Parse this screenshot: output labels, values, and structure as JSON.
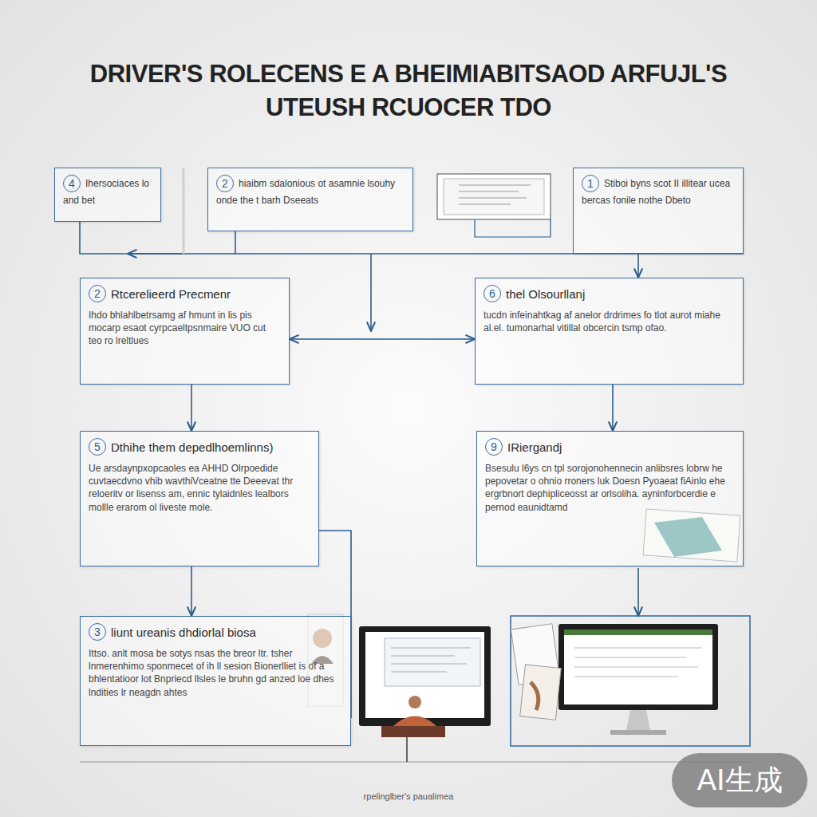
{
  "diagram": {
    "title": "DRIVER'S ROLECENS E A BHEIMIABITSAOD ARFUJL'S UTEUSH RCUOCER TDO",
    "caption": "rpelinglber's paualimea",
    "nodes": [
      {
        "text": [
          "4",
          "Ihersociaces lo and bet"
        ]
      },
      {
        "text": [
          "2",
          "hiaibm sdalonious ot asamnie lsouhy onde the t barh Dseeats"
        ]
      },
      {
        "text": [
          "1",
          "Stiboi byns scot II illitear ucea bercas fonile nothe Dbeto"
        ]
      },
      {
        "text": [
          "2",
          "Rtcerelieerd Precmenr",
          "Ihdo bhlahlbetrsamg af hmunt in lis pis mocarp esaot cyrpcaeltpsnmaire VUO cut teo ro lreltlues"
        ]
      },
      {
        "text": [
          "6",
          "thel Olsourllanj",
          "tucdn infeinahtkag af anelor drdrimes fo tlot aurot miahe al.el. tumonarhal vitillal obcercin tsmp ofao."
        ]
      },
      {
        "text": [
          "5",
          "Dthihe them depedlhoemlinns)",
          "Ue arsdaynpxopcaoles ea AHHD Olrpoedide cuvtaecdvno vhib wavthiVceatne tte Deeevat thr reloeritv or lisenss am, ennic tylaidnles lealbors mollle erarom ol liveste mole."
        ]
      },
      {
        "text": [
          "9",
          "IRiergandj",
          "Bsesulu l6ys cn tpl sorojonohennecin anlibsres lobrw he pepovetar o ohnio rroners luk Doesn Pyoaeat fiAinlo ehe ergrbnort dephipliceosst ar orlsoliha. ayninforbcerdie e pernod eaunidtamd"
        ]
      },
      {
        "text": [
          "3",
          "liunt ureanis dhdiorlal biosa",
          "Ittso. anlt mosa be sotys nsas the breor ltr. tsher lnmerenhimo sponmecet of ih ll sesion Bionerlliet is of a bhlentatioor lot Bnpriecd llsles le bruhn gd anzed loe dhes lndities lr neagdn ahtes"
        ]
      }
    ],
    "edges": [
      {
        "from": 2,
        "to": 4,
        "arrow": "to"
      },
      {
        "from": 3,
        "to": 4,
        "arrow": "both"
      },
      {
        "from": 3,
        "to": 5,
        "arrow": "to"
      },
      {
        "from": 4,
        "to": 6,
        "arrow": "to"
      },
      {
        "from": 5,
        "to": 7,
        "arrow": "to"
      }
    ],
    "labels": [
      "AI生成"
    ]
  }
}
